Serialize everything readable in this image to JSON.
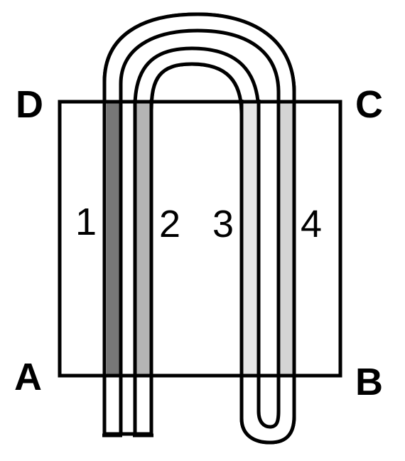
{
  "corners": {
    "top_left": "D",
    "top_right": "C",
    "bottom_left": "A",
    "bottom_right": "B"
  },
  "strip_labels": [
    "1",
    "2",
    "3",
    "4"
  ],
  "colors": {
    "stroke": "#000000",
    "tube_fill": "#ffffff",
    "shade_1": "#777777",
    "shade_2": "#b4b4b4",
    "shade_3": "#e6e6e6",
    "shade_4": "#d4d4d4"
  }
}
